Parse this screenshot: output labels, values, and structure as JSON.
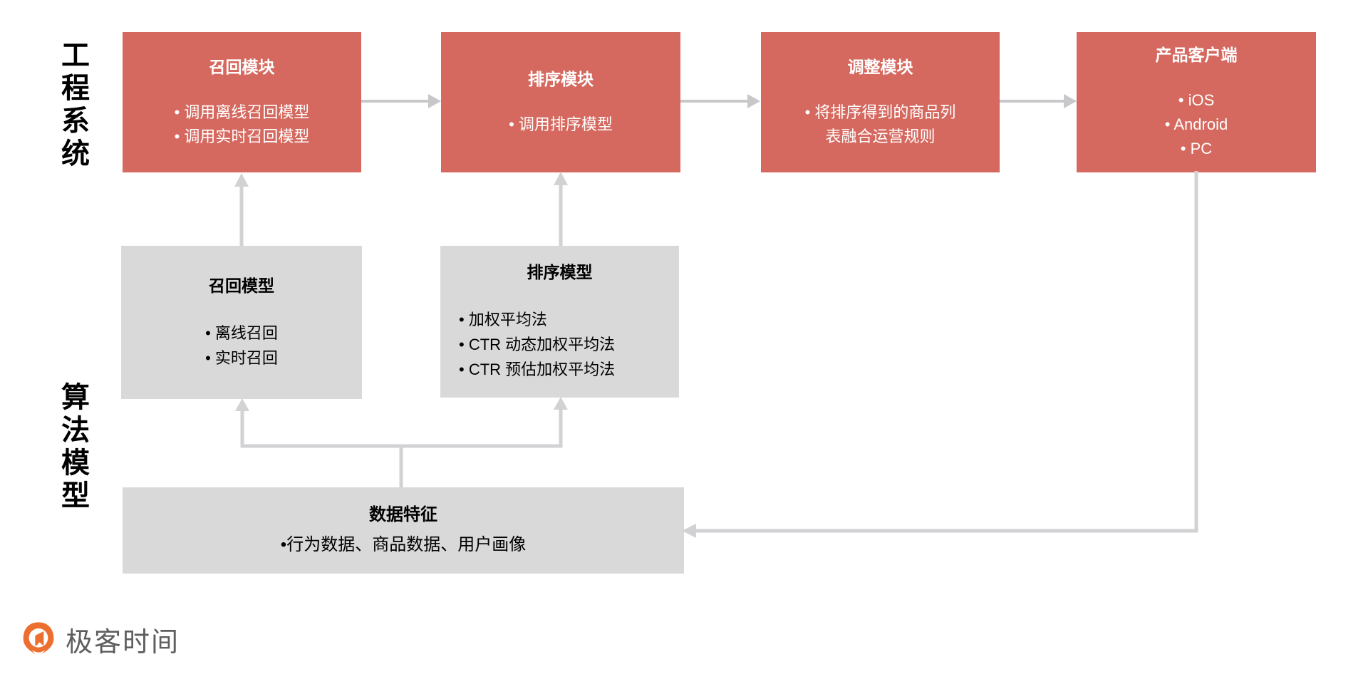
{
  "colors": {
    "module_box": "#D5695F",
    "module_text": "#FFFFFF",
    "model_box": "#D9D9D9",
    "model_text": "#000000",
    "connector_gray": "#D2D2D4",
    "arrow_gray": "#C8C8CA",
    "logo_orange": "#ED6F2F",
    "logo_text_gray": "#5E5E5E"
  },
  "section_labels": {
    "engineering": "工程系统",
    "algorithm": "算法模型"
  },
  "modules": [
    {
      "title": "召回模块",
      "bullets": [
        "• 调用离线召回模型",
        "• 调用实时召回模型"
      ]
    },
    {
      "title": "排序模块",
      "bullets": [
        "• 调用排序模型"
      ]
    },
    {
      "title": "调整模块",
      "bullets": [
        "• 将排序得到的商品列\n表融合运营规则"
      ]
    },
    {
      "title": "产品客户端",
      "bullets": [
        "• iOS",
        "• Android",
        "• PC"
      ]
    }
  ],
  "models": [
    {
      "title": "召回模型",
      "bullets": [
        "• 离线召回",
        "• 实时召回"
      ]
    },
    {
      "title": "排序模型",
      "bullets": [
        "• 加权平均法",
        "• CTR 动态加权平均法",
        "• CTR 预估加权平均法"
      ]
    }
  ],
  "data_features": {
    "title": "数据特征",
    "bullet": "•行为数据、商品数据、用户画像"
  },
  "logo": {
    "text": "极客时间"
  }
}
